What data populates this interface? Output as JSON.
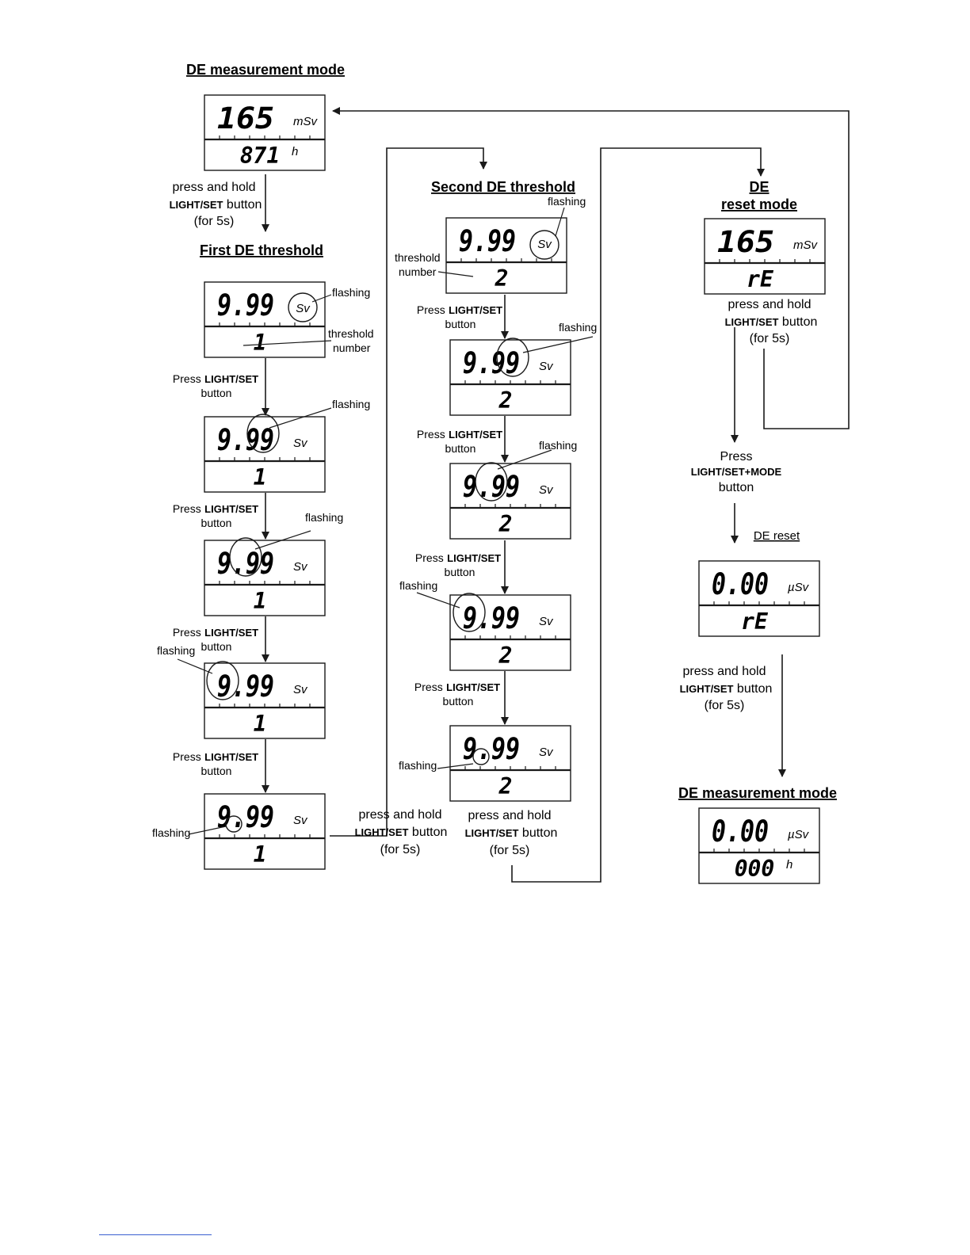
{
  "titles": {
    "de_measurement_mode": "DE measurement mode",
    "first_threshold": "First DE threshold",
    "second_threshold": "Second DE threshold",
    "reset_mode_line1": "DE",
    "reset_mode_line2": "reset mode",
    "de_reset": "DE reset",
    "de_measurement_mode_2": "DE measurement mode"
  },
  "words": {
    "press_and_hold": "press and hold",
    "press": "Press",
    "light_set": "LIGHT/SET",
    "light_set_mode": "LIGHT/SET+MODE",
    "button": "button",
    "for_5s": "(for 5s)",
    "flashing": "flashing",
    "threshold": "threshold",
    "number": "number"
  },
  "displays": {
    "measure": {
      "value": "165",
      "unit": "mSv",
      "sub": "871",
      "sub_unit": "h"
    },
    "threshold_value": "9.99",
    "threshold_unit": "Sv",
    "threshold1_number": "1",
    "threshold2_number": "2",
    "reset_view": {
      "value": "165",
      "unit": "mSv",
      "sub": "rE"
    },
    "after_reset": {
      "value": "0.00",
      "unit": "µSv",
      "sub": "rE"
    },
    "measure_after": {
      "value": "0.00",
      "unit": "µSv",
      "sub": "000",
      "sub_unit": "h"
    }
  },
  "colors": {
    "line": "#1a1a1a",
    "footnote_rule": "#3a5fd0"
  }
}
